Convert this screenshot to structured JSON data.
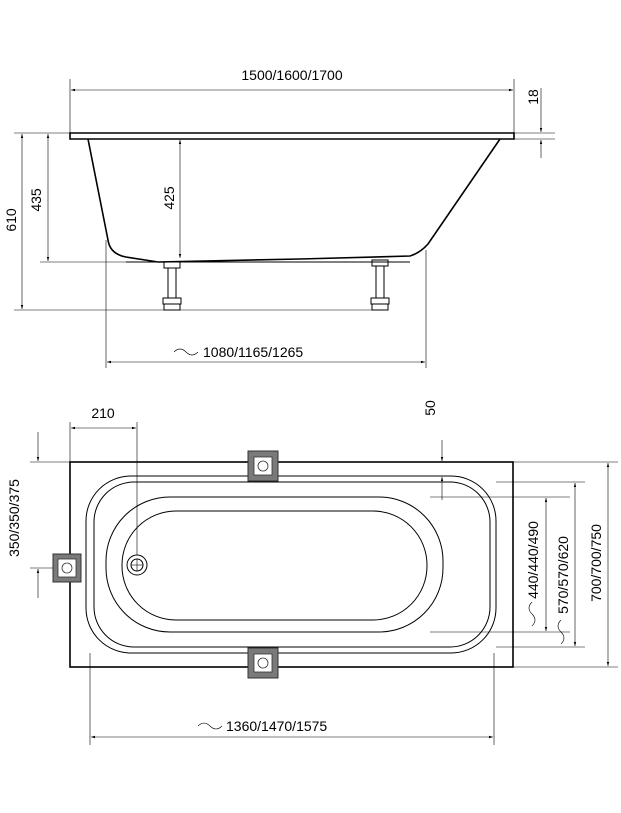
{
  "dimensions": {
    "overall_length": "1500/1600/1700",
    "rim_thickness": "18",
    "total_height": "610",
    "outer_depth": "435",
    "inner_depth": "425",
    "bottom_length": "1080/1165/1265",
    "drain_offset": "210",
    "rim_offset": "50",
    "drain_centre": "350/350/375",
    "inner_bottom_width": "440/440/490",
    "inner_top_width": "570/570/620",
    "overall_width": "700/700/750",
    "inner_length": "1360/1470/1575"
  },
  "approx_symbol": "~"
}
